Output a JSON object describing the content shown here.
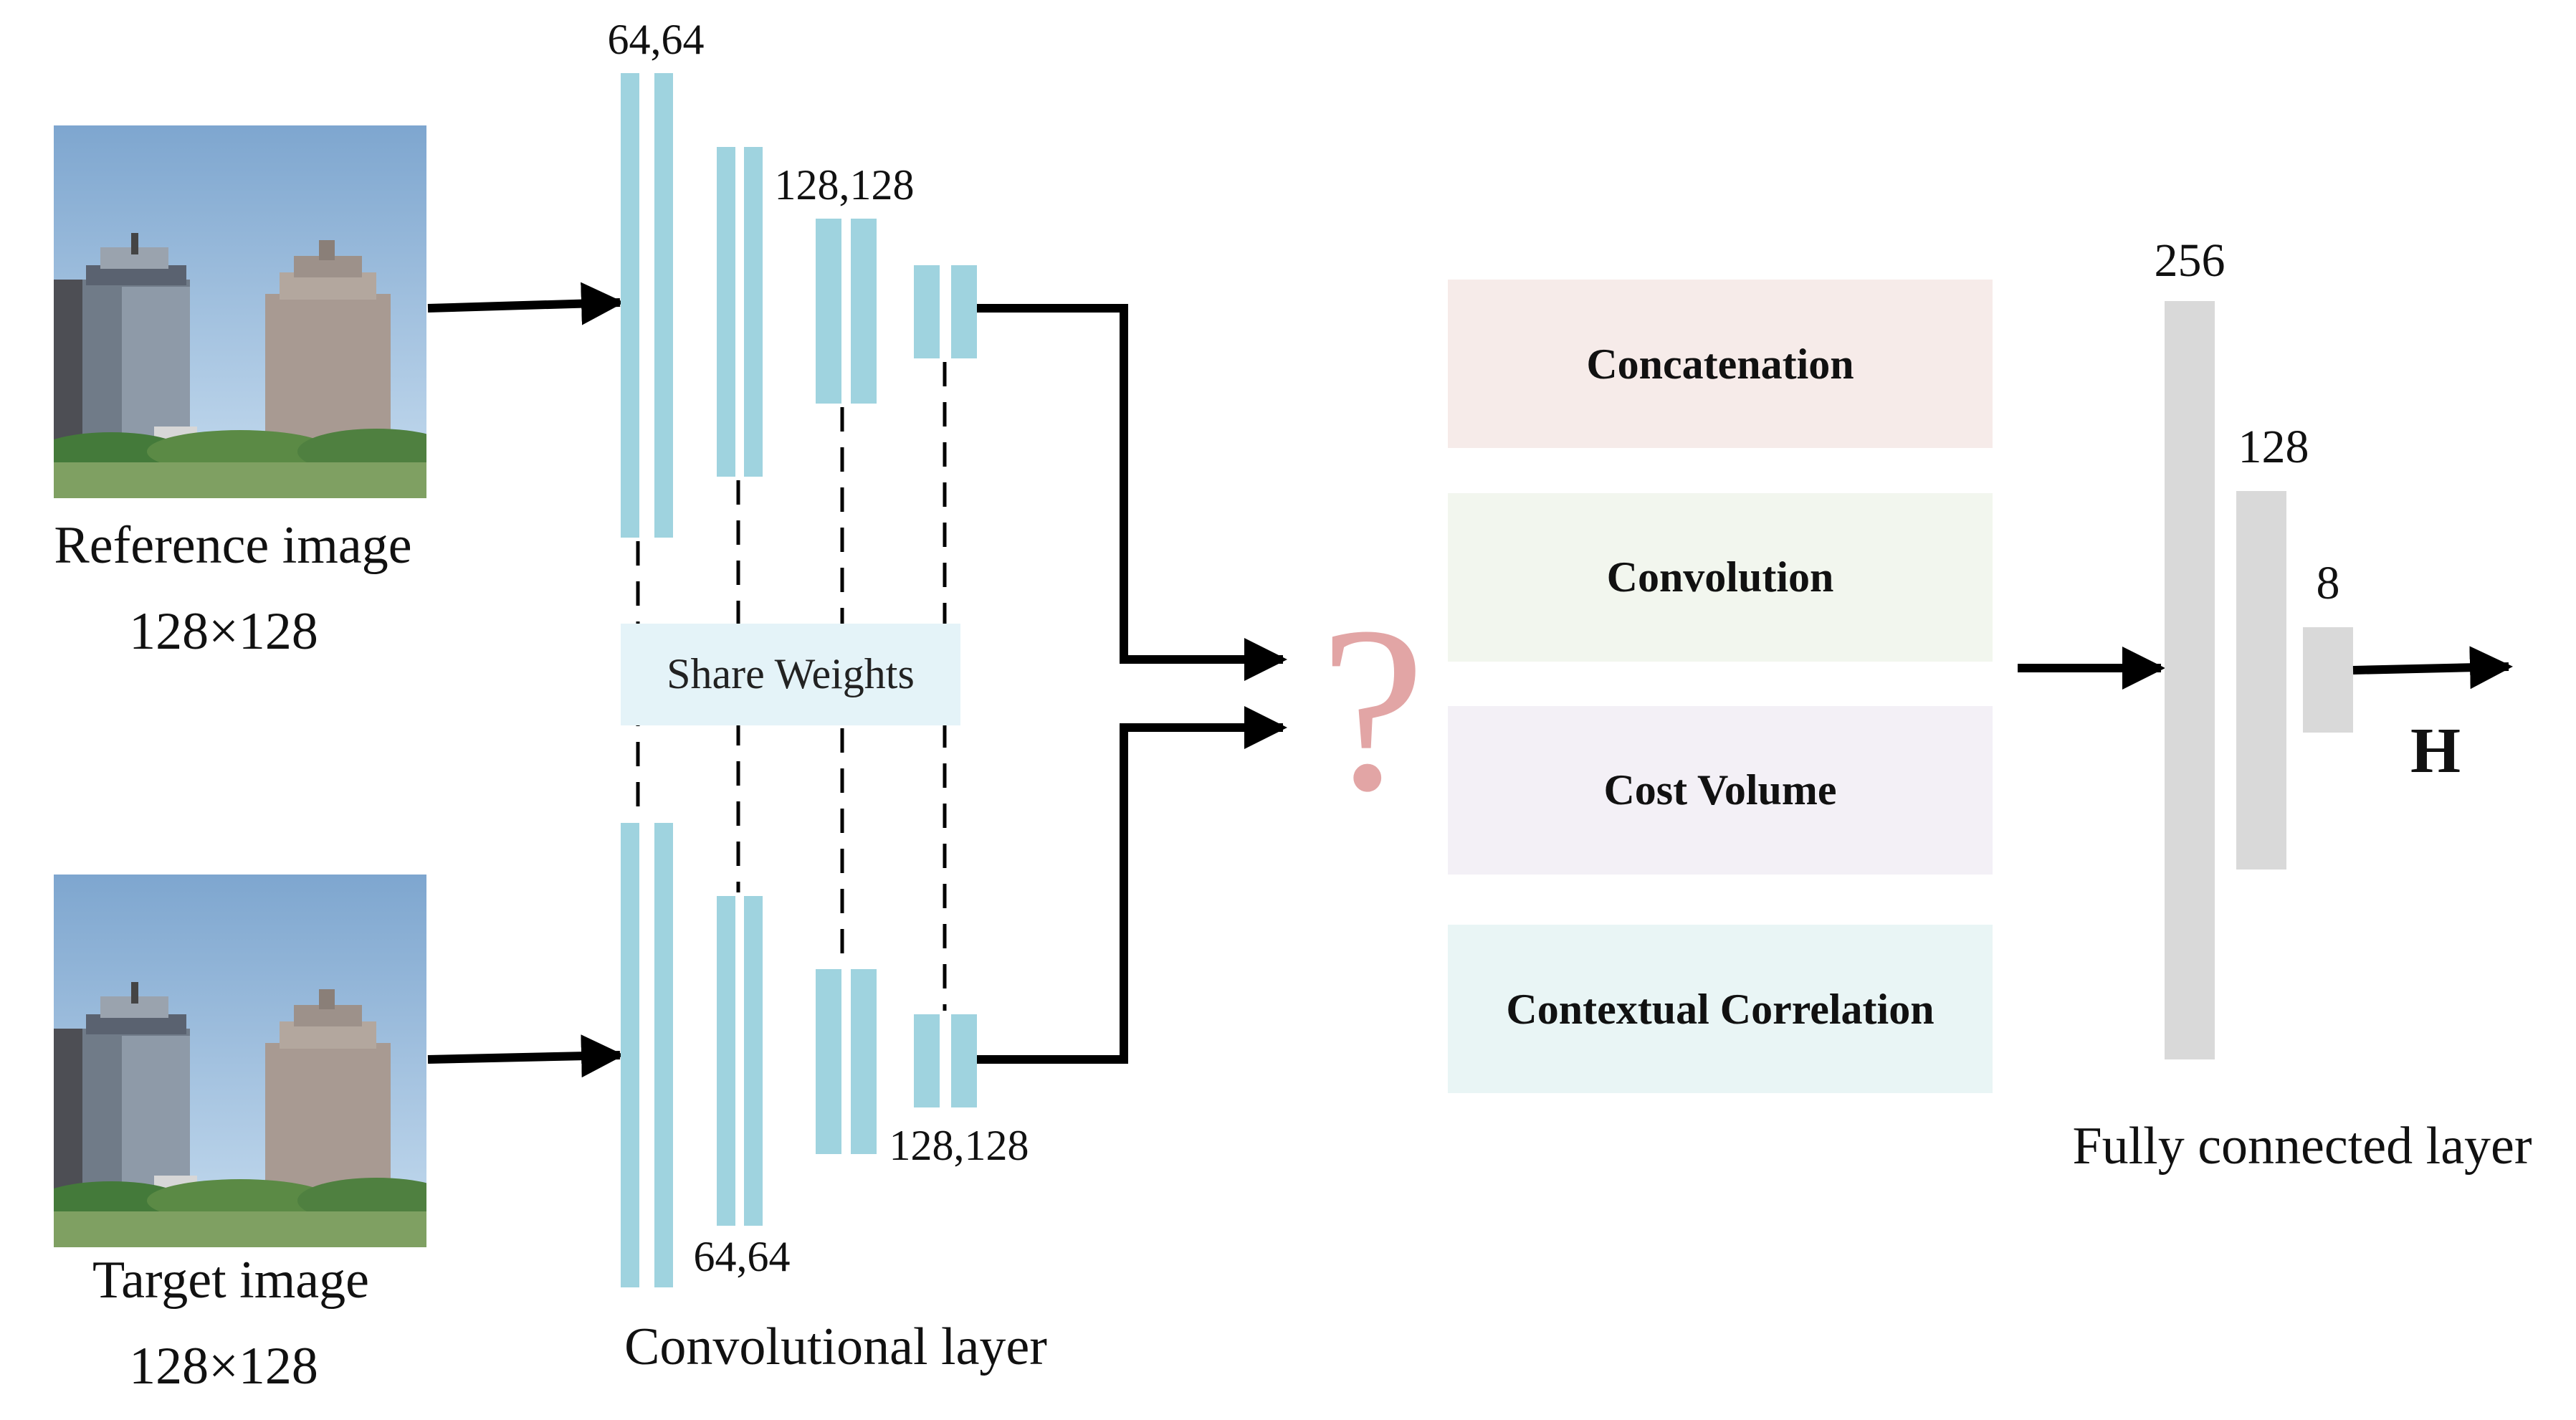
{
  "images": {
    "reference": {
      "label": "Reference image",
      "size": "128×128"
    },
    "target": {
      "label": "Target image",
      "size": "128×128"
    }
  },
  "conv": {
    "caption": "Convolutional layer",
    "share_weights": "Share Weights",
    "top_labels": [
      "64,64",
      "128,128"
    ],
    "bottom_labels": [
      "128,128",
      "64,64"
    ]
  },
  "fusion": {
    "question_mark": "?",
    "options": [
      "Concatenation",
      "Convolution",
      "Cost Volume",
      "Contextual Correlation"
    ],
    "option_colors": [
      "#f6ebe9",
      "#f2f6ee",
      "#f3f0f6",
      "#e9f5f5"
    ]
  },
  "fc": {
    "caption": "Fully connected layer",
    "units": [
      "256",
      "128",
      "8"
    ],
    "output": "H"
  },
  "colors": {
    "conv_bar": "#9fd3df",
    "share_box": "#e4f3f8",
    "fc_bar": "#d9d9d9",
    "question": "#e2a5a5"
  }
}
